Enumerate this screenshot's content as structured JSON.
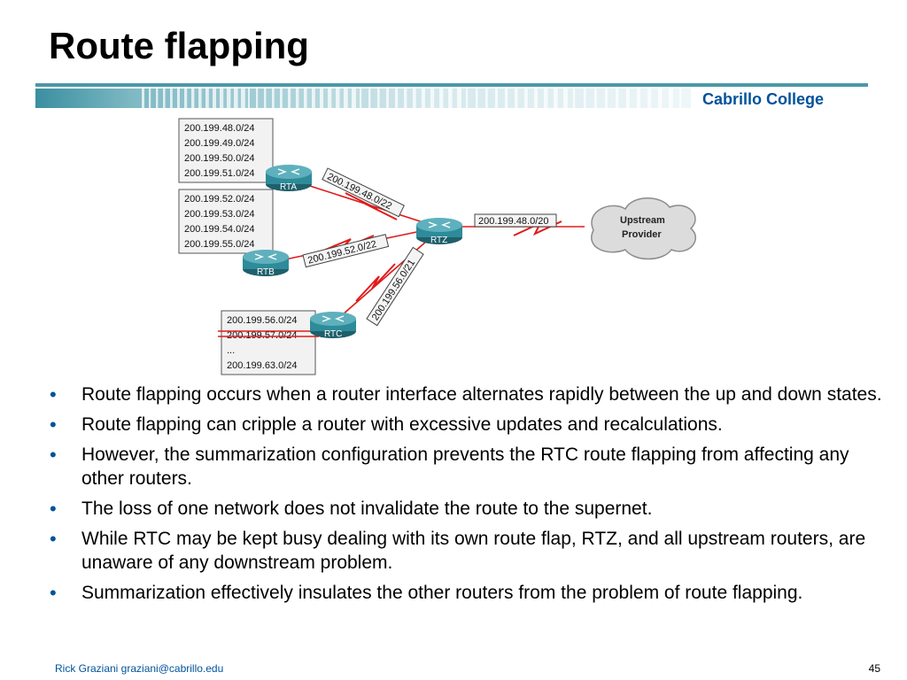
{
  "slide": {
    "title": "Route flapping",
    "brand": "Cabrillo College",
    "footer_author": "Rick Graziani  graziani@cabrillo.edu",
    "page_number": "45"
  },
  "diagram": {
    "rta_networks": [
      "200.199.48.0/24",
      "200.199.49.0/24",
      "200.199.50.0/24",
      "200.199.51.0/24"
    ],
    "rtb_networks": [
      "200.199.52.0/24",
      "200.199.53.0/24",
      "200.199.54.0/24",
      "200.199.55.0/24"
    ],
    "rtc_networks": [
      "200.199.56.0/24",
      "200.199.57.0/24",
      "...",
      "200.199.63.0/24"
    ],
    "routers": {
      "rta": "RTA",
      "rtb": "RTB",
      "rtc": "RTC",
      "rtz": "RTZ"
    },
    "links": {
      "rta_rtz": "200.199.48.0/22",
      "rtb_rtz": "200.199.52.0/22",
      "rtc_rtz": "200.199.56.0/21",
      "rtz_upstream": "200.199.48.0/20"
    },
    "cloud": {
      "line1": "Upstream",
      "line2": "Provider"
    }
  },
  "bullets": [
    "Route flapping occurs when a router interface alternates rapidly between the up and down states.",
    "Route flapping can cripple a router with excessive updates and recalculations.",
    "However, the summarization configuration prevents the RTC route flapping from affecting any other routers.",
    "The loss of one network does not invalidate the route to the supernet.",
    "While RTC may be kept busy dealing with its own route flap, RTZ, and all upstream routers, are unaware of any downstream problem.",
    "Summarization effectively insulates the other routers from the problem of route flapping."
  ],
  "colors": {
    "brand_blue": "#00529b",
    "teal": "#2e8b9a",
    "flap_red": "#e01b1b"
  }
}
